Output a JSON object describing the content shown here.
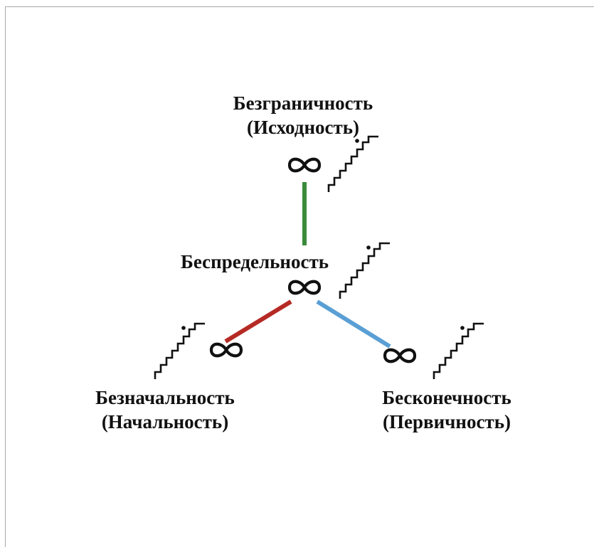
{
  "nodes": {
    "top": {
      "title": "Безграничность",
      "subtitle": "(Исходность)"
    },
    "mid": {
      "title": "Беспредельность",
      "subtitle": ""
    },
    "left": {
      "title": "Безначальность",
      "subtitle": "(Начальность)"
    },
    "right": {
      "title": "Бесконечность",
      "subtitle": "(Первичность)"
    }
  },
  "connectors": {
    "top_mid": {
      "color": "#3a8a3a"
    },
    "mid_left": {
      "color": "#b52a25"
    },
    "mid_right": {
      "color": "#5a9fd4"
    }
  }
}
